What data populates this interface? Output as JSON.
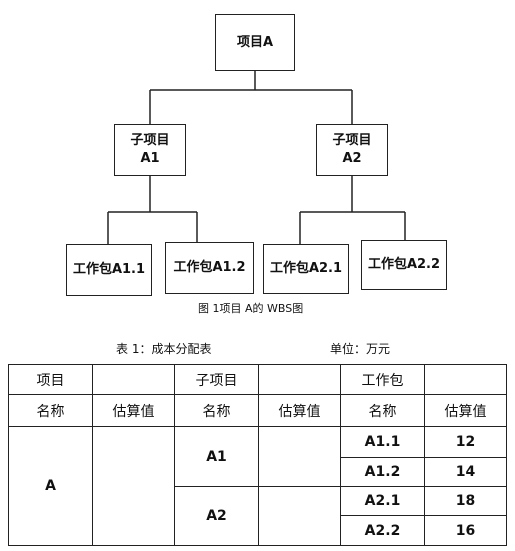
{
  "wbs": {
    "root": {
      "label": "项目A"
    },
    "subprojects": [
      {
        "line1": "子项目",
        "line2": "A1"
      },
      {
        "line1": "子项目",
        "line2": "A2"
      }
    ],
    "work_packages": [
      {
        "label": "工作包A1.1"
      },
      {
        "label": "工作包A1.2"
      },
      {
        "label": "工作包A2.1"
      },
      {
        "label": "工作包A2.2"
      }
    ],
    "caption": "图 1项目 A的 WBS图"
  },
  "cost_table": {
    "caption": "表 1：成本分配表",
    "unit": "单位：万元",
    "header1": [
      "项目",
      "",
      "子项目",
      "",
      "工作包",
      ""
    ],
    "header2": [
      "名称",
      "估算值",
      "名称",
      "估算值",
      "名称",
      "估算值"
    ],
    "project": {
      "name": "A",
      "estimate": ""
    },
    "subprojects": [
      {
        "name": "A1",
        "estimate": ""
      },
      {
        "name": "A2",
        "estimate": ""
      }
    ],
    "work_packages": [
      {
        "name": "A1.1",
        "estimate": "12"
      },
      {
        "name": "A1.2",
        "estimate": "14"
      },
      {
        "name": "A2.1",
        "estimate": "18"
      },
      {
        "name": "A2.2",
        "estimate": "16"
      }
    ]
  }
}
